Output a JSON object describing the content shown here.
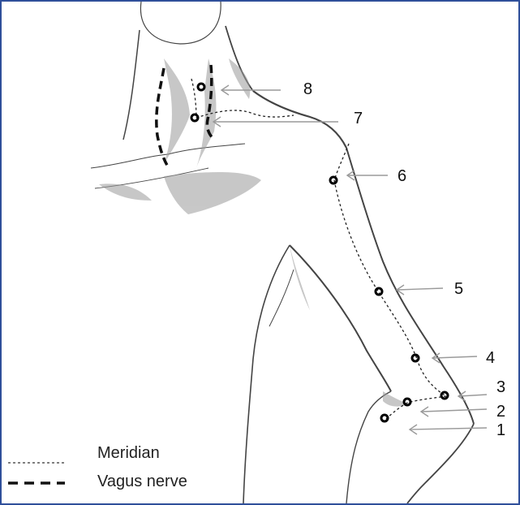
{
  "points": [
    {
      "label": "1"
    },
    {
      "label": "2"
    },
    {
      "label": "3"
    },
    {
      "label": "4"
    },
    {
      "label": "5"
    },
    {
      "label": "6"
    },
    {
      "label": "7"
    },
    {
      "label": "8"
    }
  ],
  "legend": {
    "meridian": "Meridian",
    "vagus": "Vagus nerve"
  },
  "colors": {
    "frame": "#2f4f9a",
    "sketch": "#333333",
    "arrow": "#9a9a9a",
    "point": "#000000"
  }
}
